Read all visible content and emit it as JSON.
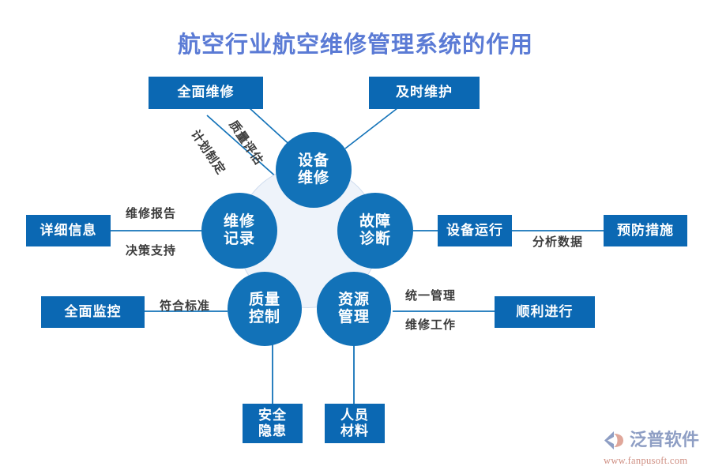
{
  "title": "航空行业航空维修管理系统的作用",
  "colors": {
    "title": "#5b7bd5",
    "box_fill": "#0b68b3",
    "circle_fill": "#1272b8",
    "line": "#1272b8",
    "inner_disc": "#eef3fa",
    "caption": "#3c3c3c",
    "logo_text": "#8e9ec4",
    "logo_url": "#cf8f83"
  },
  "circles": [
    {
      "id": "equipment-maintenance",
      "line1": "设备",
      "line2": "维修"
    },
    {
      "id": "fault-diagnosis",
      "line1": "故障",
      "line2": "诊断"
    },
    {
      "id": "resource-management",
      "line1": "资源",
      "line2": "管理"
    },
    {
      "id": "quality-control",
      "line1": "质量",
      "line2": "控制"
    },
    {
      "id": "maintenance-record",
      "line1": "维修",
      "line2": "记录"
    }
  ],
  "boxes": [
    {
      "id": "comprehensive-maintenance",
      "text": "全面维修"
    },
    {
      "id": "timely-maintenance",
      "text": "及时维护"
    },
    {
      "id": "detailed-information",
      "text": "详细信息"
    },
    {
      "id": "equipment-operation",
      "text": "设备运行"
    },
    {
      "id": "preventive-measures",
      "text": "预防措施"
    },
    {
      "id": "comprehensive-monitoring",
      "text": "全面监控"
    },
    {
      "id": "smooth-progress",
      "text": "顺利进行"
    },
    {
      "id": "safety-hazard",
      "line1": "安全",
      "line2": "隐患"
    },
    {
      "id": "personnel-material",
      "line1": "人员",
      "line2": "材料"
    }
  ],
  "captions": [
    {
      "id": "plan-formulation",
      "text": "计划制定"
    },
    {
      "id": "quality-assessment",
      "text": "质量评估"
    },
    {
      "id": "maintenance-report",
      "text": "维修报告"
    },
    {
      "id": "decision-support",
      "text": "决策支持"
    },
    {
      "id": "analyze-data",
      "text": "分析数据"
    },
    {
      "id": "meet-standards",
      "text": "符合标准"
    },
    {
      "id": "unified-management",
      "text": "统一管理"
    },
    {
      "id": "maintenance-work",
      "text": "维修工作"
    }
  ],
  "logo": {
    "name": "泛普软件",
    "url": "www.fanpusoft.com"
  }
}
